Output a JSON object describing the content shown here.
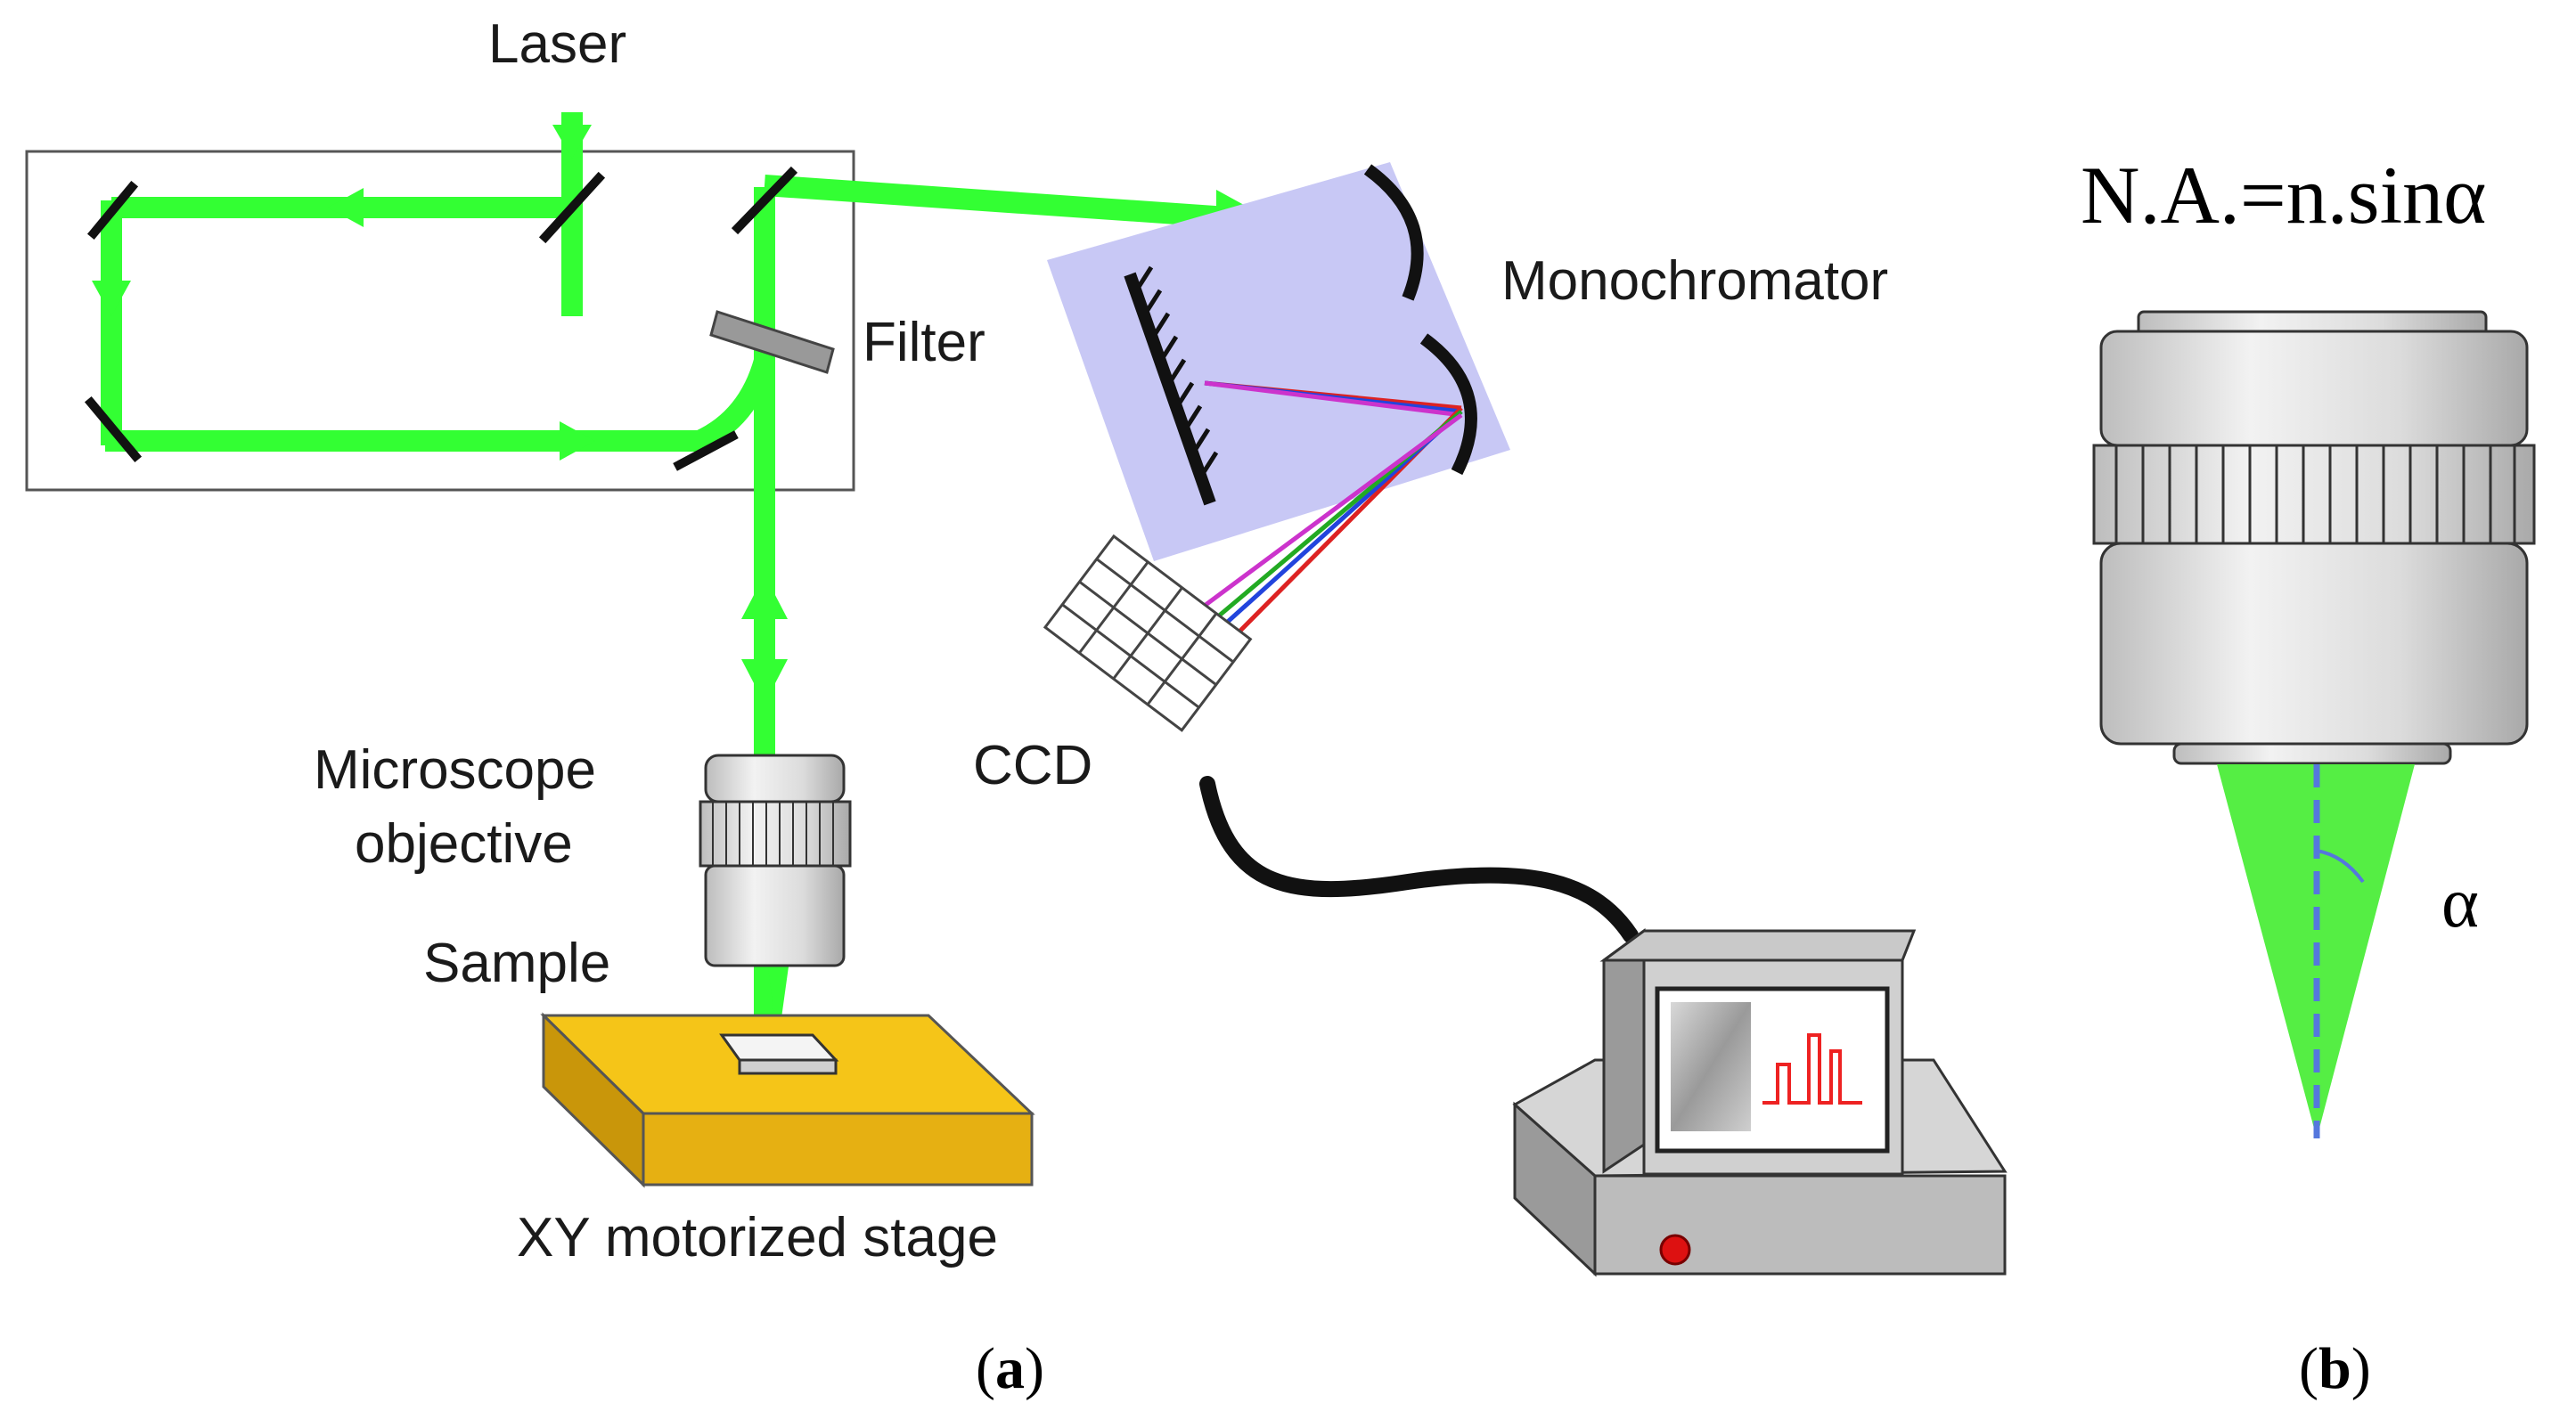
{
  "panel_a": {
    "labels": {
      "laser": "Laser",
      "filter": "Filter",
      "monochromator": "Monochromator",
      "ccd": "CCD",
      "objective_line1": "Microscope",
      "objective_line2": "objective",
      "sample": "Sample",
      "stage": "XY motorized stage"
    },
    "caption_open": "(",
    "caption_letter": "a",
    "caption_close": ")"
  },
  "panel_b": {
    "formula": "N.A.=n.sinα",
    "angle_label": "α",
    "caption_open": "(",
    "caption_letter": "b",
    "caption_close": ")"
  },
  "colors": {
    "laser_green": "#33ff33",
    "monochromator_fill": "#c8c8f5",
    "stage_yellow": "#f5c518",
    "cone_green": "#55ee44",
    "optical_axis": "#5577dd",
    "spectrum_trace": "#ee2222"
  }
}
